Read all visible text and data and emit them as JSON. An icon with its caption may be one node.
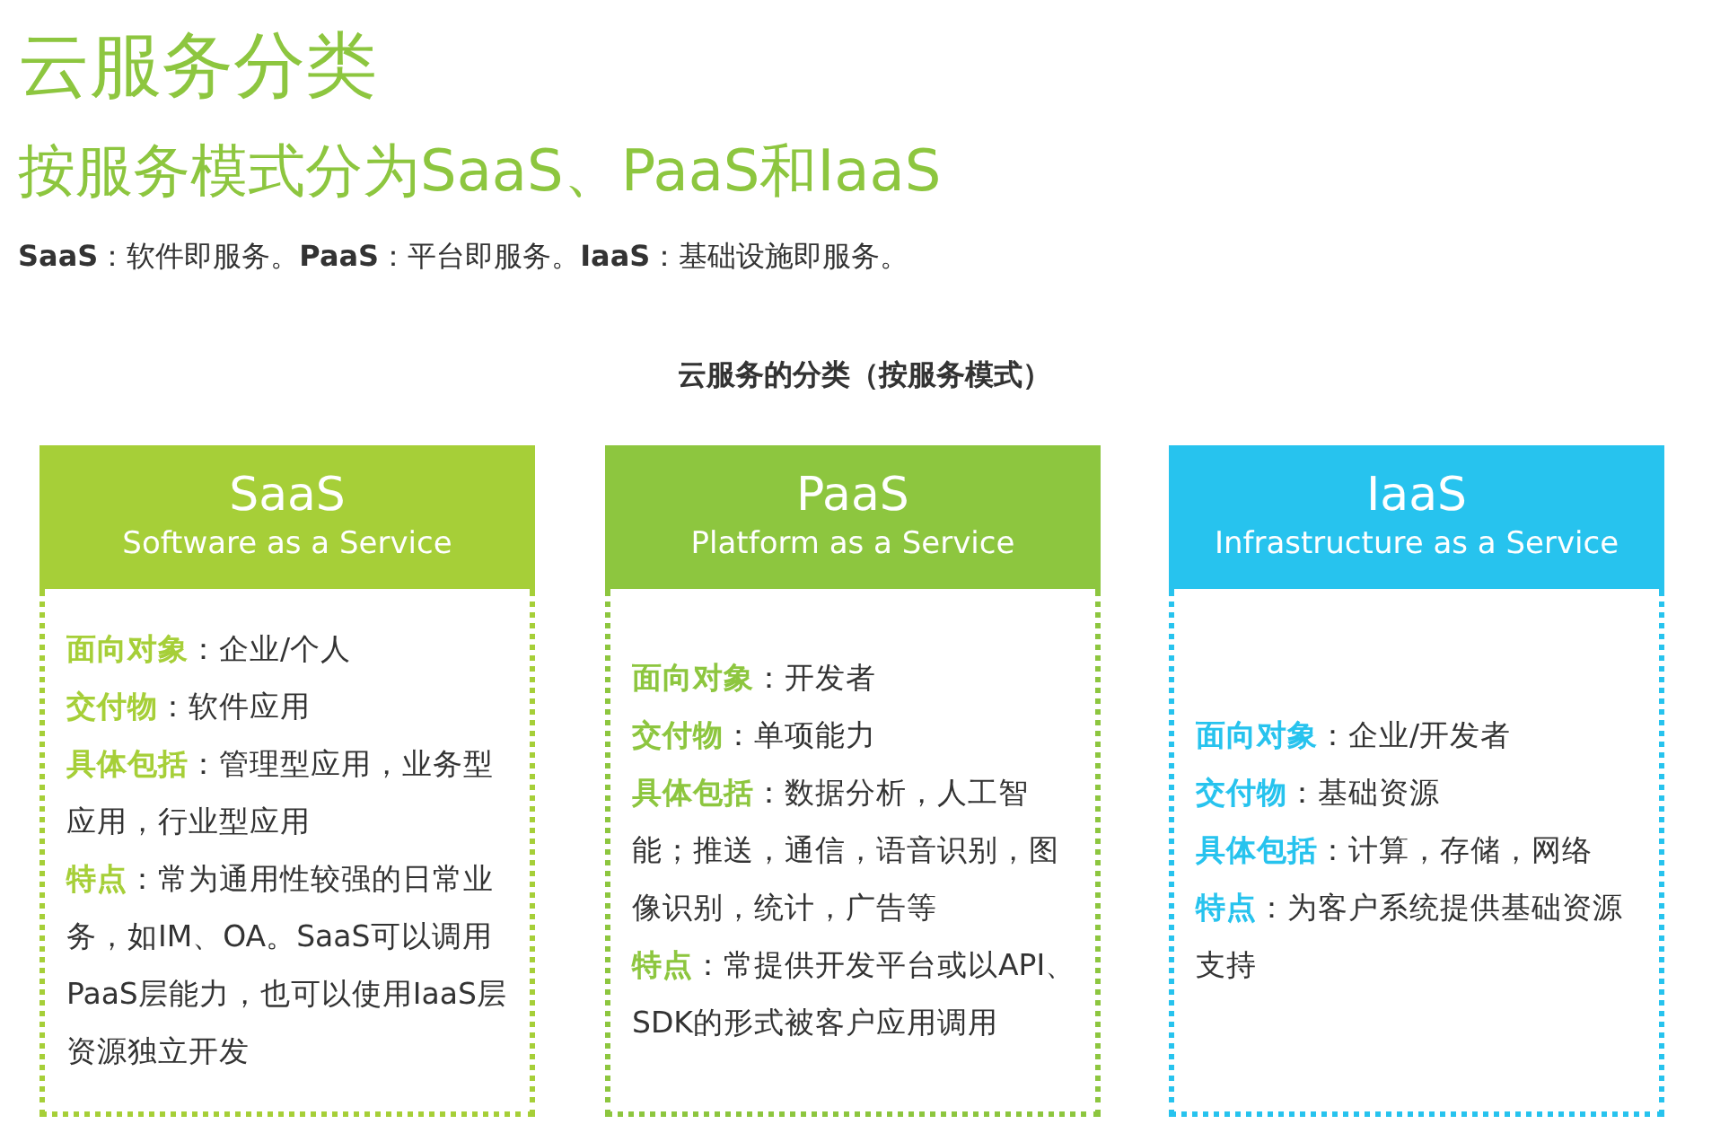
{
  "diagram": {
    "title": "云服务分类",
    "nodes": [
      {
        "text": [
          "SaaS",
          "Software as a Service"
        ]
      },
      {
        "text": [
          "**面向对象**：企业/个人",
          "**交付物**：软件应用",
          "**具体包括**：管理型应用，业务型应用，行业型应用",
          "**特点**：常为通用性较强的日常业务，如IM、OA。SaaS可以调用PaaS层能力，也可以使用IaaS层资源独立开发"
        ]
      },
      {
        "text": [
          "PaaS",
          "Platform as a Service"
        ]
      },
      {
        "text": [
          "**面向对象**：开发者",
          "**交付物**：单项能力",
          "**具体包括**：数据分析，人工智能；推送，通信，语音识别，图像识别，统计，广告等",
          "**特点**：常提供开发平台或以API、SDK的形式被客户应用调用"
        ]
      },
      {
        "text": [
          "IaaS",
          "Infrastructure as a Service"
        ]
      },
      {
        "text": [
          "**面向对象**：企业/开发者",
          "**交付物**：基础资源",
          "**具体包括**：计算，存储，网络",
          "**特点**：为客户系统提供基础资源支持"
        ]
      }
    ],
    "labels": [
      "按服务模式分为SaaS、PaaS和IaaS",
      "**SaaS**：软件即服务。**PaaS**：平台即服务。**IaaS**：基础设施即服务。",
      "云服务的分类（按服务模式）"
    ]
  }
}
